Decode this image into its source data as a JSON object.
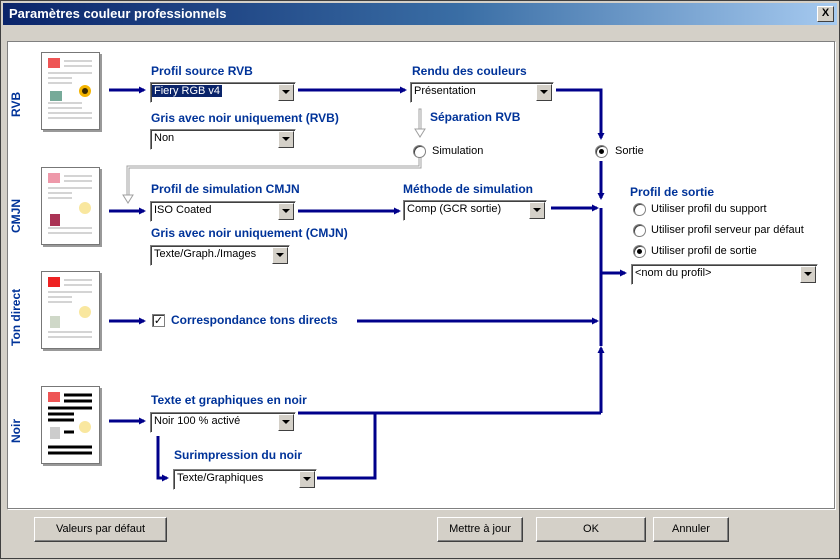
{
  "window": {
    "title": "Paramètres couleur professionnels",
    "close_label": "X"
  },
  "rows": {
    "rvb": "RVB",
    "cmjn": "CMJN",
    "ton_direct": "Ton direct",
    "noir": "Noir"
  },
  "rvb": {
    "profile_label": "Profil source RVB",
    "profile_value": "Fiery RGB v4",
    "gray_label": "Gris avec noir uniquement (RVB)",
    "gray_value": "Non",
    "rendering_label": "Rendu des couleurs",
    "rendering_value": "Présentation",
    "separation_label": "Séparation RVB",
    "simulation_option": "Simulation",
    "output_option": "Sortie"
  },
  "cmjn": {
    "profile_label": "Profil de simulation CMJN",
    "profile_value": "ISO Coated",
    "gray_label": "Gris avec noir uniquement (CMJN)",
    "gray_value": "Texte/Graph./Images",
    "method_label": "Méthode de simulation",
    "method_value": "Comp (GCR sortie)"
  },
  "ton_direct": {
    "match_label": "Correspondance tons directs",
    "checked": true
  },
  "noir": {
    "text_label": "Texte et graphiques en noir",
    "text_value": "Noir 100 % activé",
    "overprint_label": "Surimpression du noir",
    "overprint_value": "Texte/Graphiques"
  },
  "output": {
    "label": "Profil de sortie",
    "options": [
      "Utiliser profil du support",
      "Utiliser profil serveur par défaut",
      "Utiliser profil de sortie"
    ],
    "selected_index": 2,
    "profile_value": "<nom du profil>"
  },
  "buttons": {
    "defaults": "Valeurs par défaut",
    "update": "Mettre à jour",
    "ok": "OK",
    "cancel": "Annuler"
  },
  "colors": {
    "accent": "#003399",
    "wire": "#00008b",
    "face": "#d4d0c8",
    "title_start": "#0a246a"
  }
}
